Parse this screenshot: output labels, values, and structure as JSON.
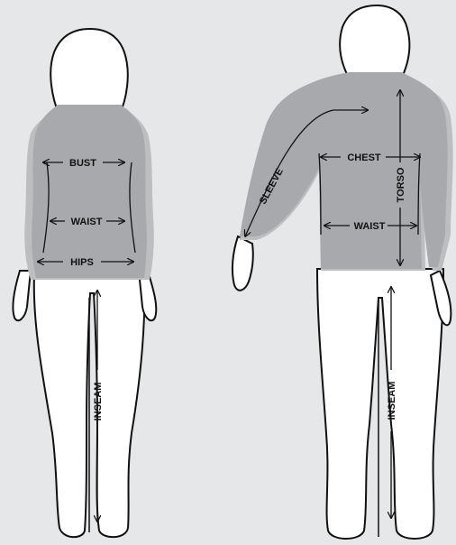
{
  "figures": {
    "female": {
      "labels": {
        "bust": "BUST",
        "waist": "WAIST",
        "hips": "HIPS",
        "inseam": "INSEAM"
      }
    },
    "male": {
      "labels": {
        "sleeve": "SLEEVE",
        "chest": "CHEST",
        "torso": "TORSO",
        "waist": "WAIST",
        "inseam": "INSEAM"
      }
    }
  },
  "colors": {
    "background": "#e6e7e8",
    "garment": "#a7a9ac",
    "garment_shadow": "#bcbec0",
    "body": "#ffffff",
    "outline": "#111111"
  }
}
